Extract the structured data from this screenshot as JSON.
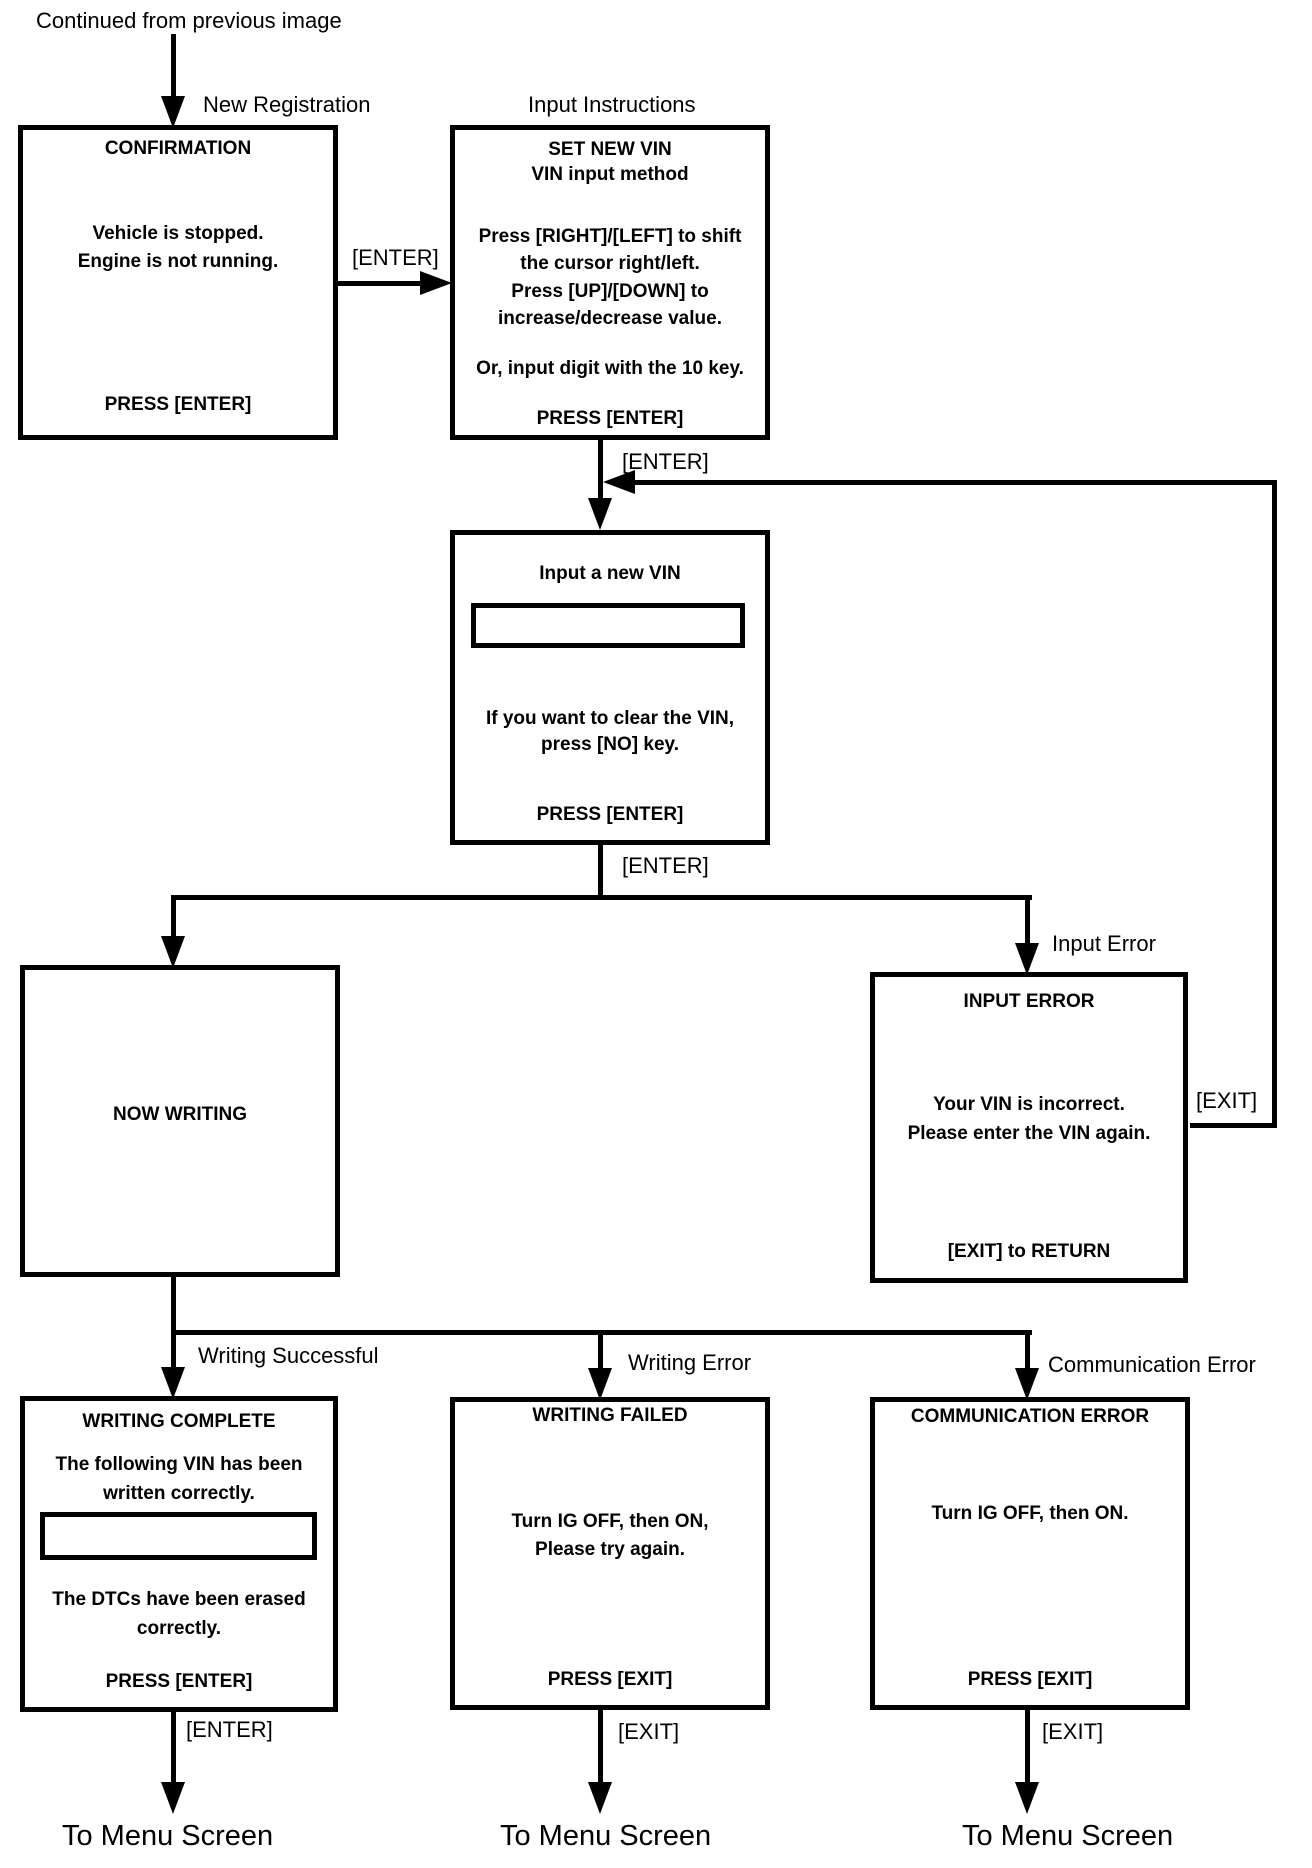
{
  "diagram": {
    "header_note": "Continued from previous image",
    "flow_labels": {
      "new_registration": "New Registration",
      "input_instructions": "Input Instructions",
      "input_error": "Input Error",
      "writing_successful": "Writing Successful",
      "writing_error": "Writing Error",
      "communication_error": "Communication Error",
      "enter_key": "[ENTER]",
      "exit_key": "[EXIT]",
      "to_menu_screen": "To Menu Screen"
    },
    "screens": {
      "confirmation": {
        "title": "CONFIRMATION",
        "body1": "Vehicle is stopped.",
        "body2": "Engine is not running.",
        "footer": "PRESS [ENTER]"
      },
      "set_new_vin": {
        "title1": "SET NEW VIN",
        "title2": "VIN input method",
        "body1": "Press [RIGHT]/[LEFT] to shift",
        "body2": "the cursor right/left.",
        "body3": "Press [UP]/[DOWN] to",
        "body4": "increase/decrease value.",
        "body5": "Or, input digit with the 10 key.",
        "footer": "PRESS [ENTER]"
      },
      "input_new_vin": {
        "title": "Input a new VIN",
        "vin_value": "",
        "body1": "If you want to clear the VIN,",
        "body2": "press [NO] key.",
        "footer": "PRESS [ENTER]"
      },
      "now_writing": {
        "title": "NOW WRITING"
      },
      "input_error": {
        "title": "INPUT ERROR",
        "body1": "Your VIN is incorrect.",
        "body2": "Please enter the VIN again.",
        "footer": "[EXIT] to RETURN"
      },
      "writing_complete": {
        "title": "WRITING COMPLETE",
        "body1": "The following VIN has been",
        "body2": "written correctly.",
        "vin_value": "",
        "body3": "The DTCs have been erased",
        "body4": "correctly.",
        "footer": "PRESS [ENTER]"
      },
      "writing_failed": {
        "title": "WRITING FAILED",
        "body1": "Turn IG OFF, then ON,",
        "body2": "Please try again.",
        "footer": "PRESS [EXIT]"
      },
      "communication_error": {
        "title": "COMMUNICATION ERROR",
        "body1": "Turn IG OFF, then ON.",
        "footer": "PRESS [EXIT]"
      }
    },
    "colors": {
      "ink": "#000000",
      "paper": "#ffffff"
    }
  }
}
